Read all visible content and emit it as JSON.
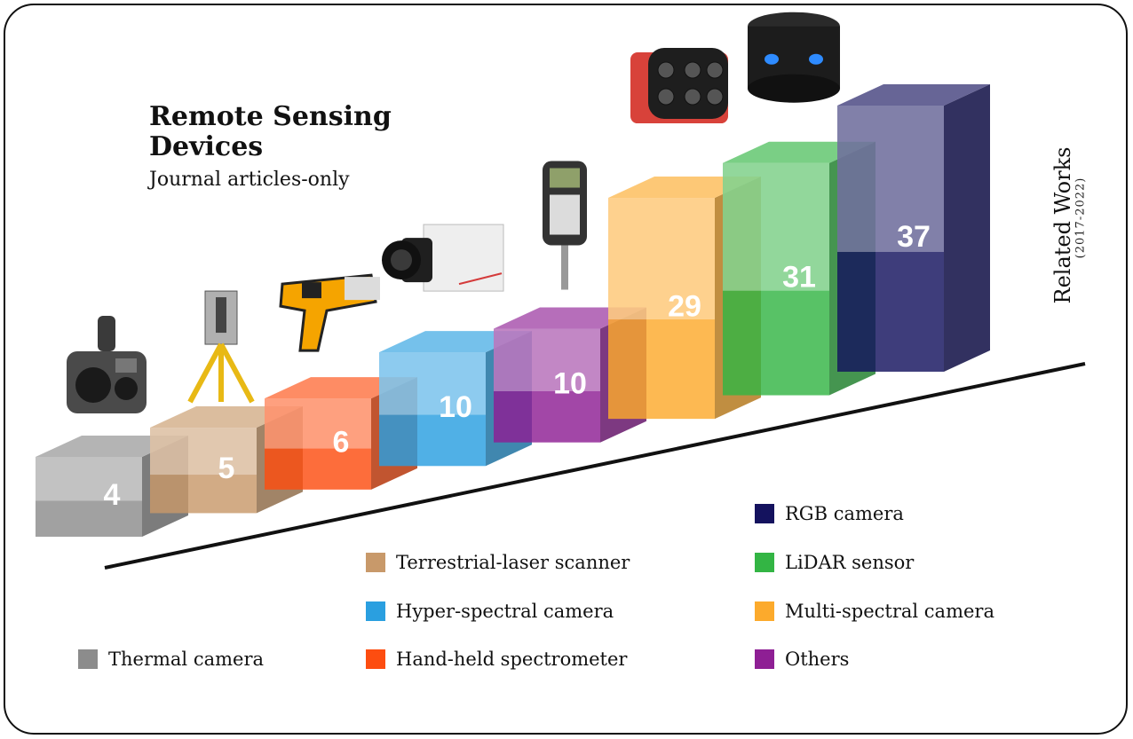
{
  "title": "Remote Sensing Devices",
  "subtitle": "Journal articles-only",
  "y_axis": {
    "label": "Related Works",
    "sublabel": "(2017-2022)"
  },
  "legend": [
    {
      "label": "RGB camera",
      "color": "#14125e"
    },
    {
      "label": "Terrestrial-laser scanner",
      "color": "#c8996a"
    },
    {
      "label": "LiDAR sensor",
      "color": "#33b544"
    },
    {
      "label": "Hyper-spectral camera",
      "color": "#2a9fe0"
    },
    {
      "label": "Multi-spectral camera",
      "color": "#fcaa2c"
    },
    {
      "label": "Thermal camera",
      "color": "#8c8c8c"
    },
    {
      "label": "Hand-held spectrometer",
      "color": "#fd4d10"
    },
    {
      "label": "Others",
      "color": "#8e1f94"
    }
  ],
  "chart_data": {
    "type": "bar",
    "title": "Remote Sensing Devices",
    "subtitle": "Journal articles-only",
    "ylabel": "Related Works (2017-2022)",
    "categories": [
      "Thermal camera",
      "Terrestrial-laser scanner",
      "Hand-held spectrometer",
      "Hyper-spectral camera",
      "Others",
      "Multi-spectral camera",
      "LiDAR sensor",
      "RGB camera"
    ],
    "values": [
      4,
      5,
      6,
      10,
      10,
      29,
      31,
      37
    ],
    "colors": [
      "#8c8c8c",
      "#c8996a",
      "#fd4d10",
      "#2a9fe0",
      "#8e1f94",
      "#fcaa2c",
      "#33b544",
      "#14125e"
    ],
    "legend_position": "bottom"
  }
}
